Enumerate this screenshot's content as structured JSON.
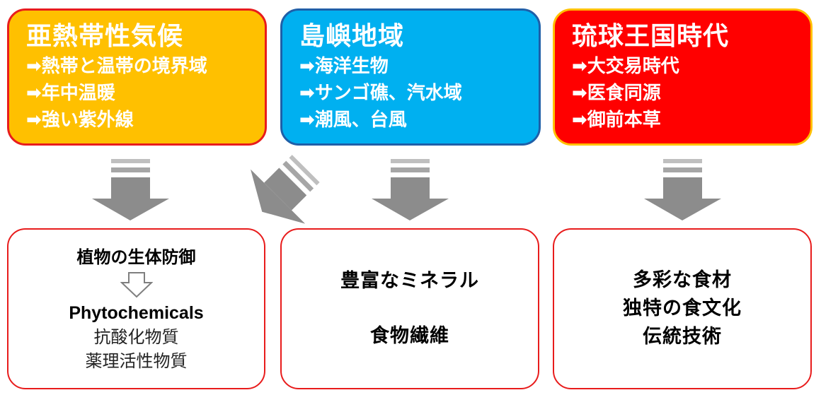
{
  "top_boxes": [
    {
      "title": "亜熱帯性気候",
      "items": [
        "➡熱帯と温帯の境界域",
        "➡年中温暖",
        "➡強い紫外線"
      ],
      "fill": "#ffc000",
      "border": "#e81c1c"
    },
    {
      "title": "島嶼地域",
      "items": [
        "➡海洋生物",
        "➡サンゴ礁、汽水域",
        "➡潮風、台風"
      ],
      "fill": "#00b0f0",
      "border": "#1f5fa8"
    },
    {
      "title": "琉球王国時代",
      "items": [
        "➡大交易時代",
        "➡医食同源",
        "➡御前本草"
      ],
      "fill": "#ff0000",
      "border": "#ffc000"
    }
  ],
  "bottom_boxes": [
    {
      "heading": "植物の生体防御",
      "subheading": "Phytochemicals",
      "lines": [
        "抗酸化物質",
        "薬理活性物質"
      ]
    },
    {
      "lines": [
        "豊富なミネラル",
        "食物繊維"
      ]
    },
    {
      "lines": [
        "多彩な食材",
        "独特の食文化",
        "伝統技術"
      ]
    }
  ],
  "colors": {
    "arrow": "#8c8c8c",
    "arrow_stripe": "#bfbfbf",
    "outline": "#e81c1c"
  }
}
